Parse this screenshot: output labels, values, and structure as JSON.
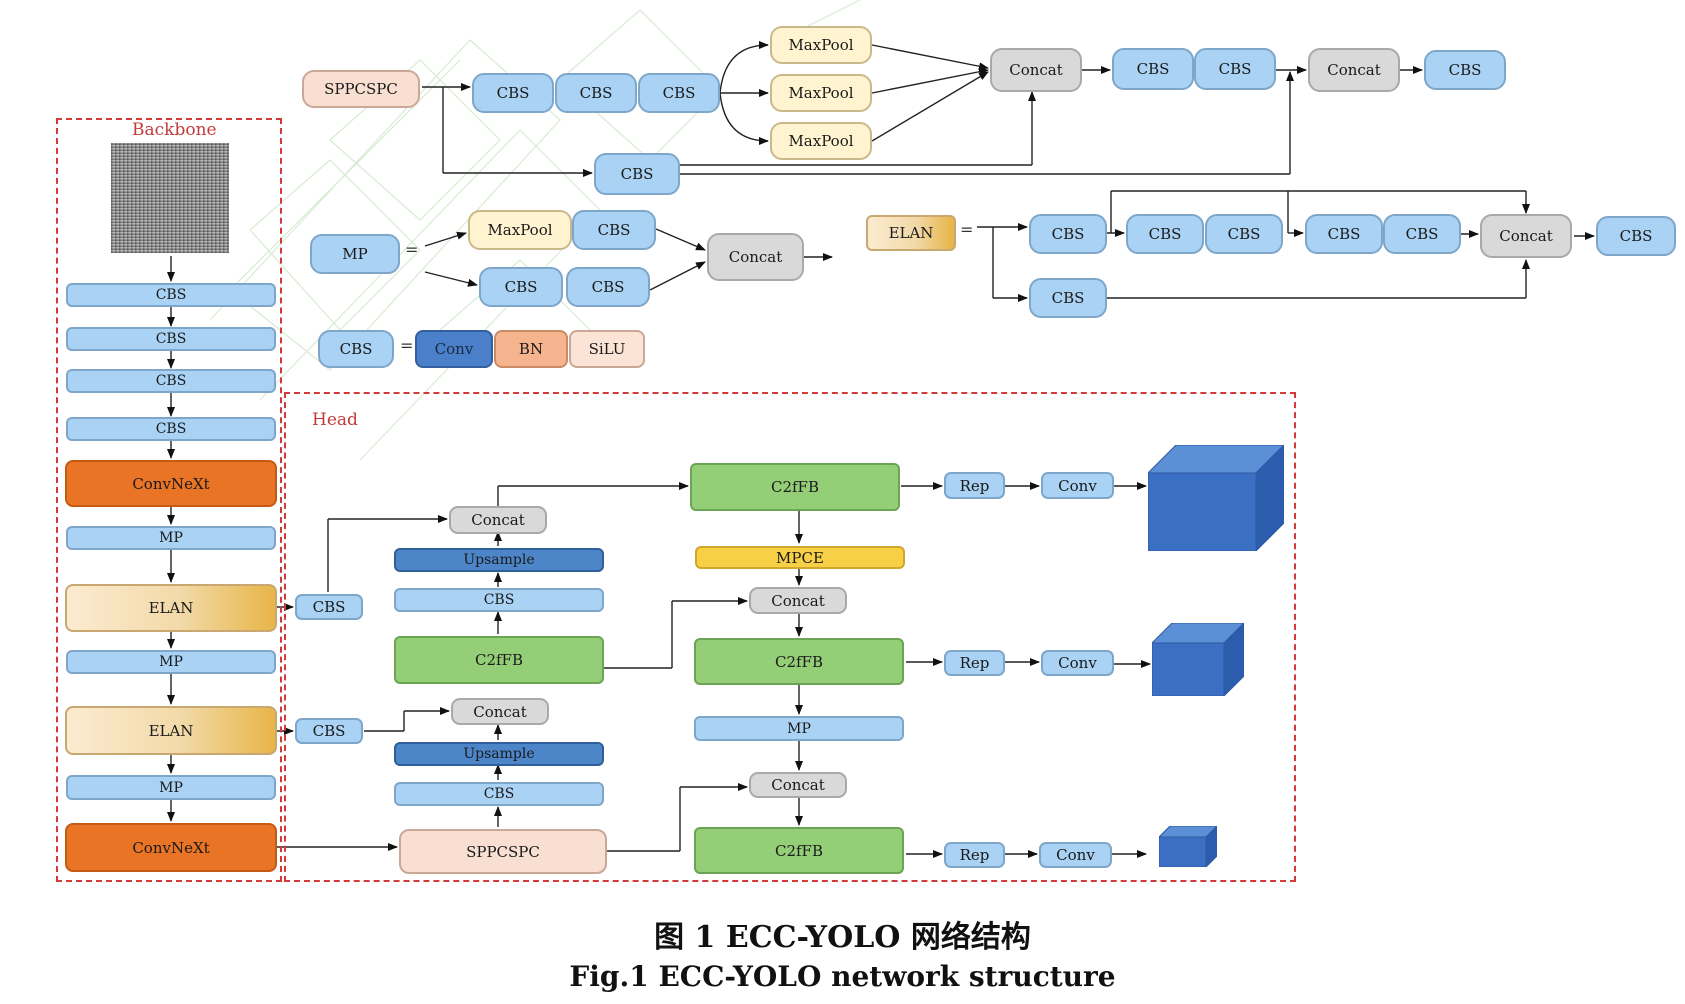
{
  "diagram": {
    "backbone_label": "Backbone",
    "head_label": "Head",
    "eq": "=",
    "sppcspc_def": {
      "name": "SPPCSPC",
      "cbs1": "CBS",
      "cbs2": "CBS",
      "cbs3": "CBS",
      "maxpool1": "MaxPool",
      "maxpool2": "MaxPool",
      "maxpool3": "MaxPool",
      "concat1": "Concat",
      "cbs4": "CBS",
      "cbs5": "CBS",
      "concat2": "Concat",
      "cbs6": "CBS",
      "cbs_branch": "CBS"
    },
    "mp_def": {
      "name": "MP",
      "maxpool": "MaxPool",
      "cbs_top": "CBS",
      "cbs_bot1": "CBS",
      "cbs_bot2": "CBS",
      "concat": "Concat"
    },
    "elan_def": {
      "name": "ELAN",
      "cbs1": "CBS",
      "cbs2": "CBS",
      "cbs3": "CBS",
      "cbs4": "CBS",
      "cbs5": "CBS",
      "cbs_branch": "CBS",
      "concat": "Concat",
      "cbs_out": "CBS"
    },
    "cbs_def": {
      "name": "CBS",
      "conv": "Conv",
      "bn": "BN",
      "silu": "SiLU"
    },
    "backbone": [
      "CBS",
      "CBS",
      "CBS",
      "CBS",
      "ConvNeXt",
      "MP",
      "ELAN",
      "MP",
      "ELAN",
      "MP",
      "ConvNeXt"
    ],
    "head": {
      "cbs_a": "CBS",
      "cbs_b": "CBS",
      "concat_top": "Concat",
      "upsample_top": "Upsample",
      "cbs_top": "CBS",
      "c2ffb_left_top": "C2fFB",
      "concat_low": "Concat",
      "upsample_low": "Upsample",
      "cbs_low": "CBS",
      "sppcspc": "SPPCSPC",
      "c2ffb_r1": "C2fFB",
      "mpce": "MPCE",
      "concat_r1": "Concat",
      "c2ffb_r2": "C2fFB",
      "mp_r": "MP",
      "concat_r2": "Concat",
      "c2ffb_r3": "C2fFB",
      "rep1": "Rep",
      "conv1": "Conv",
      "rep2": "Rep",
      "conv2": "Conv",
      "rep3": "Rep",
      "conv3": "Conv"
    },
    "colors": {
      "cbs": "#a9d2f4",
      "concat": "#d9d9d9",
      "maxpool": "#fff4cf",
      "sppcspc": "#f8dfd2",
      "convnext": "#ea7426",
      "c2ffb": "#94cf78",
      "mpce": "#f8d046",
      "upsample": "#4c86c8",
      "cube": "#3a6fc4",
      "frame": "#d23a3a"
    }
  },
  "caption": {
    "cn": "图  1 ECC-YOLO  网络结构",
    "en": "Fig.1 ECC-YOLO network structure"
  }
}
